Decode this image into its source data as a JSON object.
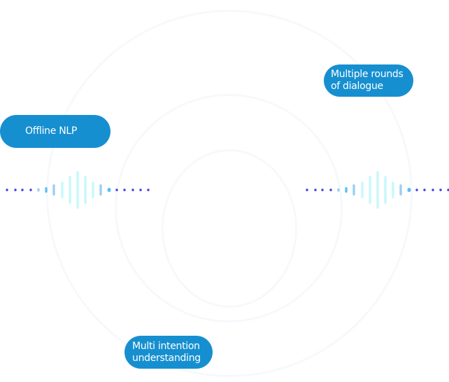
{
  "labels": {
    "offline_nlp": "Offline NLP",
    "multi_rounds_line1": "Multiple rounds",
    "multi_rounds_line2": "of dialogue",
    "multi_intention_line1": "Multi intention",
    "multi_intention_line2": "understanding"
  },
  "colors": {
    "pill": "#168fd0",
    "dot": "#3b3fe0",
    "bar_light": "#c8f8fb",
    "bar_mid": "#9ccff0",
    "bar_accent": "#5cc0f7",
    "ring": "#f6f9fc"
  }
}
